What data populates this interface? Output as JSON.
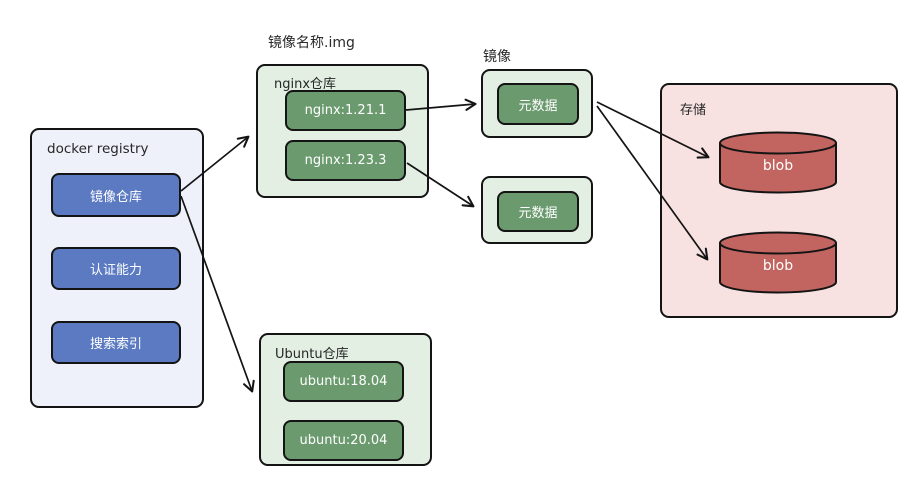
{
  "diagram": {
    "image_name_label": "镜像名称.img",
    "image_label": "镜像",
    "registry": {
      "title": "docker registry",
      "items": [
        "镜像仓库",
        "认证能力",
        "搜索索引"
      ]
    },
    "nginx_repo": {
      "title": "nginx仓库",
      "tags": [
        "nginx:1.21.1",
        "nginx:1.23.3"
      ]
    },
    "ubuntu_repo": {
      "title": "Ubuntu仓库",
      "tags": [
        "ubuntu:18.04",
        "ubuntu:20.04"
      ]
    },
    "metadata": [
      "元数据",
      "元数据"
    ],
    "storage": {
      "title": "存储",
      "blobs": [
        "blob",
        "blob"
      ]
    },
    "colors": {
      "registry_fill": "#eef1fa",
      "button_fill": "#5b7ac2",
      "repo_fill": "#e3efe2",
      "tag_fill": "#6a9a6d",
      "storage_fill": "#f8e2e1",
      "blob_fill": "#c26560",
      "outline": "#141414"
    }
  }
}
